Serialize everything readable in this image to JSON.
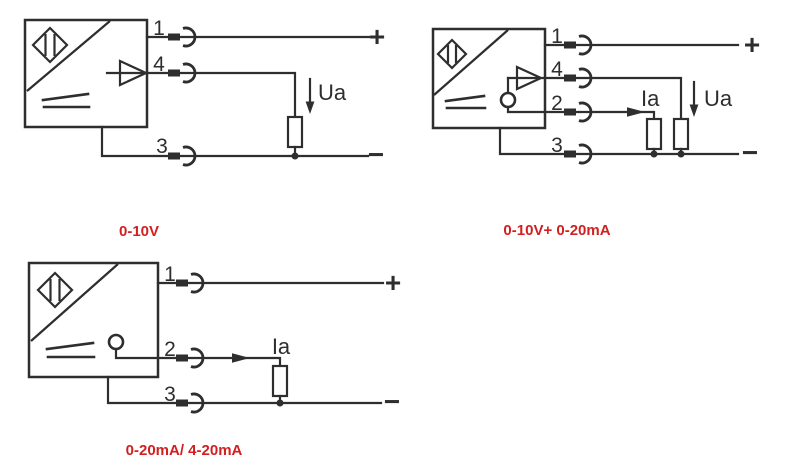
{
  "colors": {
    "background": "#ffffff",
    "line": "#2e2e2e",
    "caption_red": "#d22020"
  },
  "icons": {
    "sensor-symbol-icon": "diamond-with-two-bars",
    "amplifier-icon": "triangle-pointing-right",
    "current-source-icon": "small-circle",
    "connector-icon": "plug-and-socket-arc",
    "load-resistor": "open-rectangle",
    "junction-dot": "filled-dot",
    "voltage-arrow-icon": "arrow-down",
    "current-arrow-icon": "arrow-right"
  },
  "diagrams": [
    {
      "caption": "0-10V",
      "pin1": "1",
      "pin4": "4",
      "pin3": "3",
      "plus": "+",
      "minus": "−",
      "ua": "Ua"
    },
    {
      "caption": "0-10V+ 0-20mA",
      "pin1": "1",
      "pin4": "4",
      "pin2": "2",
      "pin3": "3",
      "plus": "+",
      "minus": "−",
      "ua": "Ua",
      "ia": "Ia"
    },
    {
      "caption": "0-20mA/ 4-20mA",
      "pin1": "1",
      "pin2": "2",
      "pin3": "3",
      "plus": "+",
      "minus": "−",
      "ia": "Ia"
    }
  ]
}
